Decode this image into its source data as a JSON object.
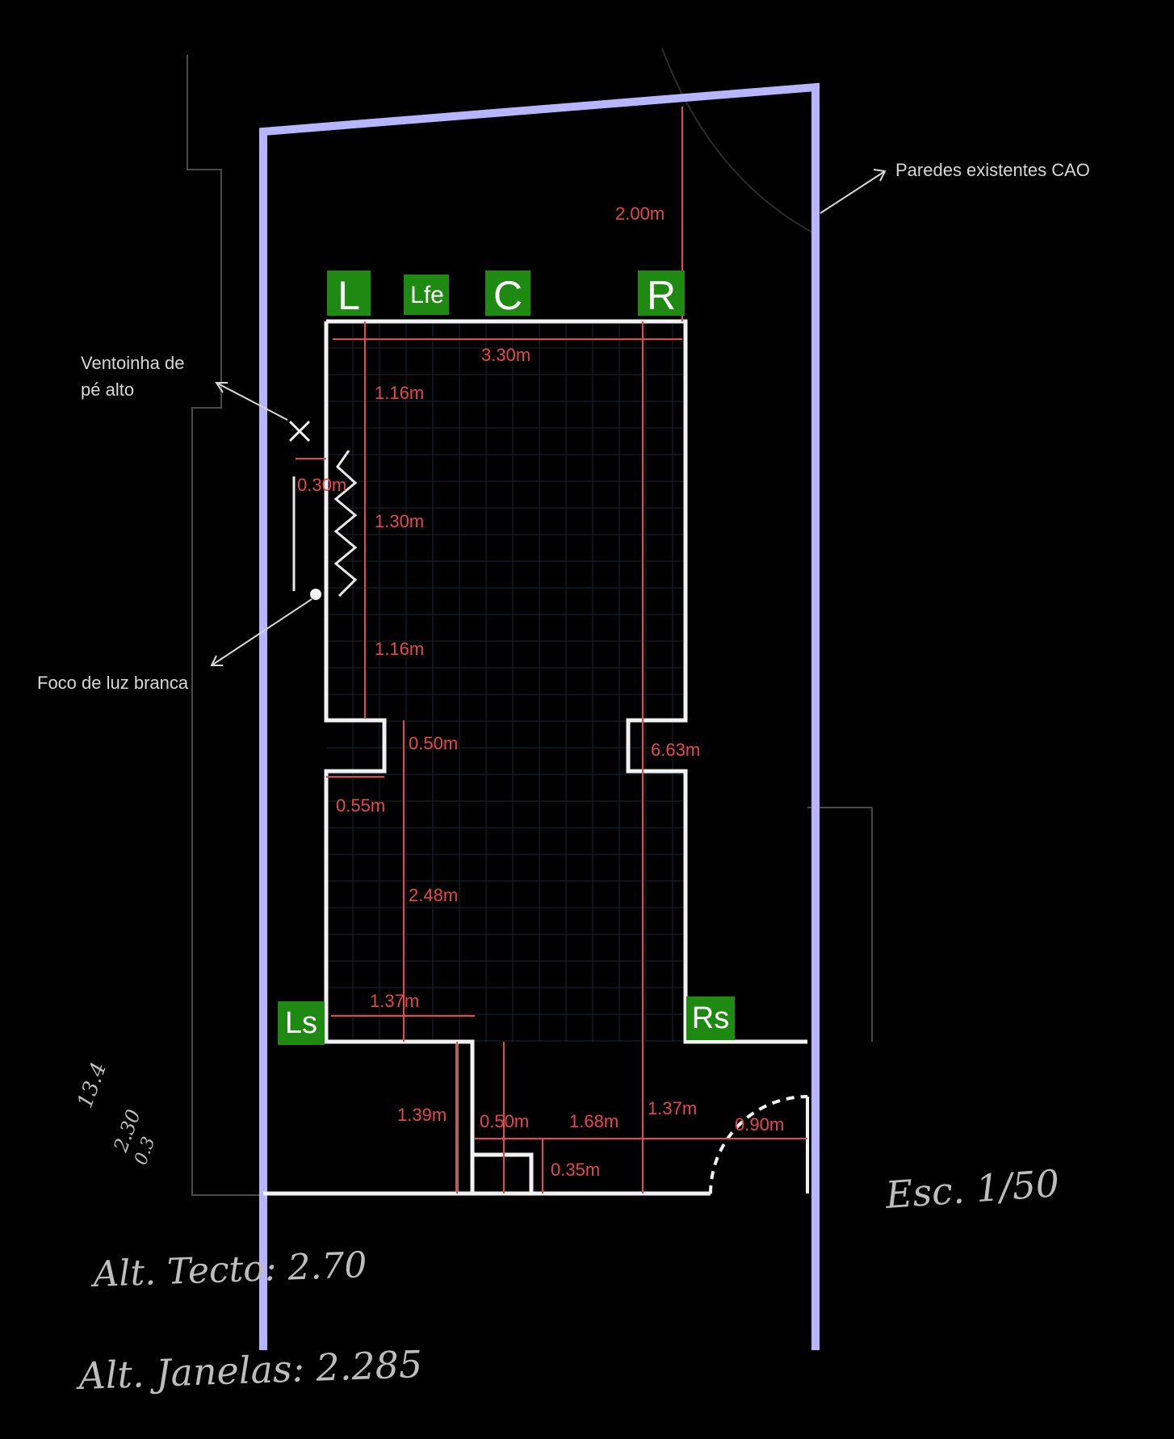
{
  "colors": {
    "background": "#000000",
    "existing_walls": "#b7b5ff",
    "room_walls": "#f2f2f2",
    "dimensions": "#e8474d",
    "speaker_badge": "#1f8a12",
    "speaker_text": "#ffffff",
    "grid": "#1c2630",
    "sketch": "#5a5a5a"
  },
  "speakers": {
    "L": "L",
    "Lfe": "Lfe",
    "C": "C",
    "R": "R",
    "Ls": "Ls",
    "Rs": "Rs"
  },
  "annotations": {
    "existing_walls": "Paredes existentes CAO",
    "fan_line1": "Ventoinha de",
    "fan_line2": "pé alto",
    "spotlight": "Foco de luz branca"
  },
  "dimensions": {
    "top_offset": "2.00m",
    "front_width": "3.30m",
    "left_upper": "1.16m",
    "left_middle": "1.30m",
    "left_lower": "1.16m",
    "curtain_offset": "0.30m",
    "notch_depth": "0.50m",
    "notch_width": "0.55m",
    "room_length": "6.63m",
    "left_back": "2.48m",
    "rear_width": "1.37m",
    "corridor_depth": "1.39m",
    "door_gap": "0.50m",
    "corridor_span": "1.68m",
    "right_corridor": "1.37m",
    "door_width": "0.90m",
    "step": "0.35m"
  },
  "handwritten": {
    "scale": "Esc. 1/50",
    "ceiling_height": "Alt. Tecto: 2.70",
    "window_height": "Alt. Janelas: 2.285",
    "margin_note_1": "13.4",
    "margin_note_2": "2.30",
    "margin_note_3": "0.3"
  }
}
